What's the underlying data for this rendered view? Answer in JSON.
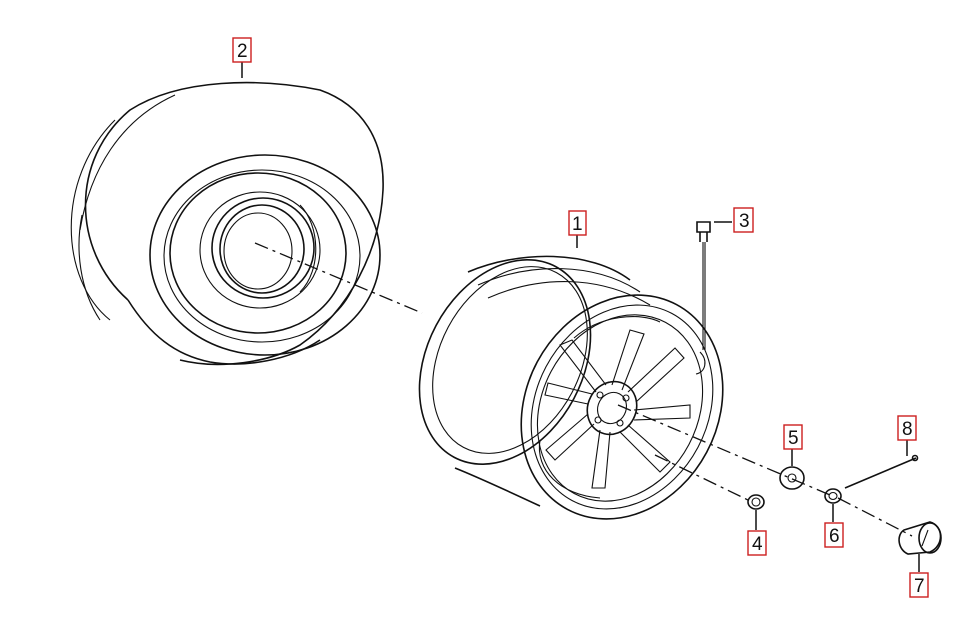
{
  "diagram": {
    "callouts": [
      {
        "id": "1",
        "label": "1"
      },
      {
        "id": "2",
        "label": "2"
      },
      {
        "id": "3",
        "label": "3"
      },
      {
        "id": "4",
        "label": "4"
      },
      {
        "id": "5",
        "label": "5"
      },
      {
        "id": "6",
        "label": "6"
      },
      {
        "id": "7",
        "label": "7"
      },
      {
        "id": "8",
        "label": "8"
      }
    ],
    "colors": {
      "line": "#111111",
      "callout_border": "#cc1f1f",
      "background": "#ffffff"
    }
  }
}
